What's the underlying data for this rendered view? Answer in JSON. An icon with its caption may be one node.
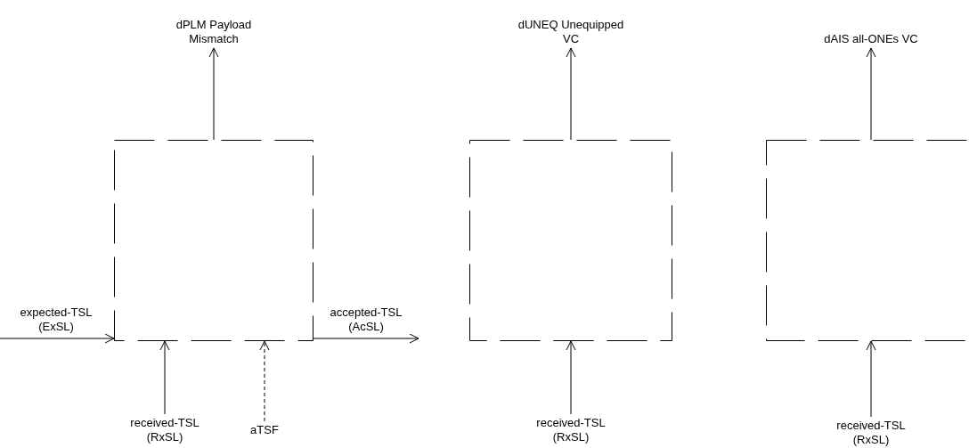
{
  "diagram": {
    "nodes": [
      {
        "text": [],
        "shape": "box"
      },
      {
        "text": [
          "dPLM Payload Mismatch"
        ]
      },
      {
        "text": [
          "received-TSL (RxSL)"
        ]
      },
      {
        "text": [
          "aTSF"
        ]
      },
      {
        "text": [],
        "shape": "box"
      },
      {
        "text": [
          "dUNEQ Unequipped VC"
        ]
      },
      {
        "text": [
          "received-TSL (RxSL)"
        ]
      },
      {
        "text": [],
        "shape": "box"
      },
      {
        "text": [
          "dAIS all-ONEs VC"
        ]
      },
      {
        "text": [
          "received-TSL (RxSL)"
        ]
      }
    ],
    "edges": [
      {
        "from": null,
        "to": 0,
        "arrow": "to",
        "label": "expected-TSL (ExSL)"
      },
      {
        "from": 0,
        "to": null,
        "arrow": "to",
        "label": "accepted-TSL (AcSL)"
      },
      {
        "from": 0,
        "to": 1,
        "arrow": "to"
      },
      {
        "from": 2,
        "to": 0,
        "arrow": "to"
      },
      {
        "from": 3,
        "to": 0,
        "arrow": "to",
        "style": "dashed"
      },
      {
        "from": 4,
        "to": 5,
        "arrow": "to"
      },
      {
        "from": 6,
        "to": 4,
        "arrow": "to"
      },
      {
        "from": 7,
        "to": 8,
        "arrow": "to"
      },
      {
        "from": 9,
        "to": 7,
        "arrow": "to"
      }
    ]
  }
}
